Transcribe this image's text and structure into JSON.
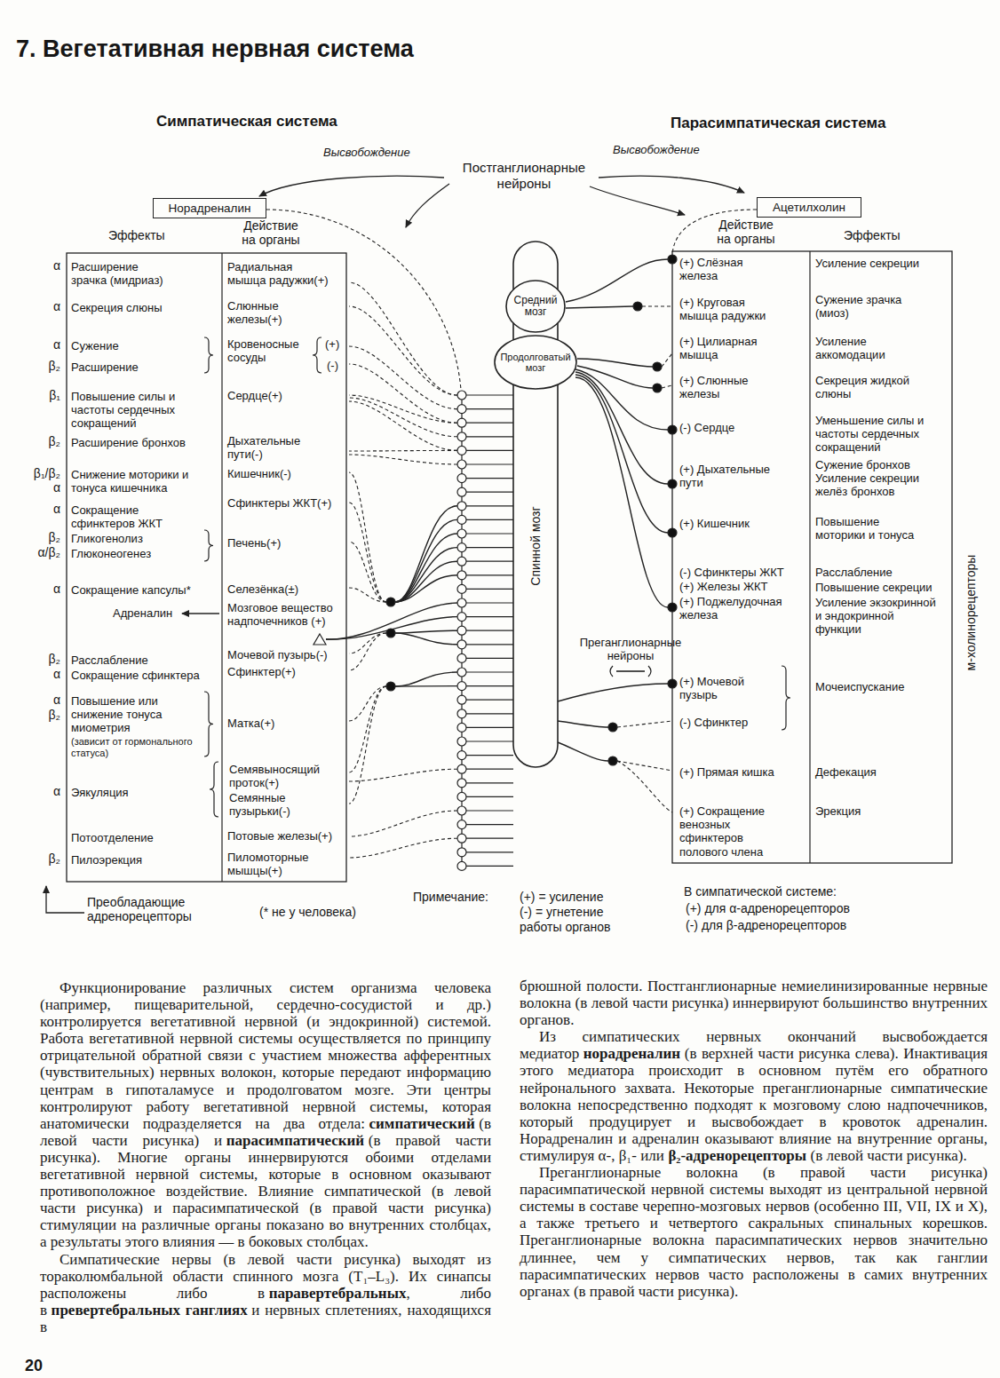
{
  "diagram": {
    "title": "7. Вегетативная нервная система",
    "nodes": [
      {
        "text": [
          "Норадреналин"
        ]
      },
      {
        "text": [
          "Ацетилхолин"
        ]
      },
      {
        "text": [
          "Спинной мозг"
        ]
      },
      {
        "text": [
          "Средний мозг"
        ],
        "in": 2
      },
      {
        "text": [
          "Продолговатый мозг"
        ],
        "in": 2
      }
    ],
    "labels": [
      "Симпатическая система",
      "Парасимпатическая система",
      "Высвобождение",
      "Постганглионарные нейроны",
      "Высвобождение",
      "Эффекты",
      "Действие на органы",
      "Действие на органы",
      "Эффекты",
      "α",
      "Расширение зрачка (мидриаз)",
      "Радиальная мышца радужки(+)",
      "α",
      "Секреция слюны",
      "Слюнные железы(+)",
      "α",
      "Сужение",
      "β₂",
      "Расширение",
      "Кровеносные сосуды",
      "(+)",
      "(-)",
      "β₁",
      "Повышение силы и частоты сердечных сокращений",
      "Сердце(+)",
      "β₂",
      "Расширение бронхов",
      "Дыхательные пути(-)",
      "β₁/β₂",
      "α",
      "Снижение моторики и тонуса кишечника",
      "Кишечник(-)",
      "α",
      "Сокращение сфинктеров ЖКТ",
      "Сфинктеры ЖКТ(+)",
      "β₂",
      "Гликогенолиз",
      "α/β₂",
      "Глюконеогенез",
      "Печень(+)",
      "α",
      "Сокращение капсулы*",
      "Селезёнка(±)",
      "Адреналин",
      "Мозговое вещество надпочечников (+)",
      "β₂",
      "Расслабление",
      "α",
      "Сокращение сфинктера",
      "Мочевой пузырь(-)",
      "Сфинктер(+)",
      "α",
      "β₂",
      "Повышение или снижение тонуса миометрия",
      "(зависит от гормонального статуса)",
      "Матка(+)",
      "α",
      "Эякуляция",
      "Семявыносящий проток(+)",
      "Семянные пузырьки(-)",
      "Потоотделение",
      "Потовые железы(+)",
      "β₂",
      "Пилоэрекция",
      "Пиломоторные мышцы(+)",
      "(+) Слёзная железа",
      "Усиление секреции",
      "(+) Круговая мышца радужки",
      "Сужение зрачка (миоз)",
      "(+) Цилиарная мышца",
      "Усиление аккомодации",
      "(+) Слюнные железы",
      "Секреция жидкой слюны",
      "(-) Сердце",
      "Уменьшение силы и частоты сердечных сокращений",
      "(+) Дыхательные пути",
      "Сужение бронхов",
      "Усиление секреции желёз бронхов",
      "(+) Кишечник",
      "Повышение моторики и тонуса",
      "(-) Сфинктеры ЖКТ",
      "Расслабление",
      "(+) Железы ЖКТ",
      "Повышение секреции",
      "(+) Поджелудочная железа",
      "Усиление экзокринной и эндокринной функции",
      "(+) Мочевой пузырь",
      "(-) Сфинктер",
      "Мочеиспускание",
      "(+) Прямая кишка",
      "Дефекация",
      "(+) Сокращение венозных сфинктеров полового члена",
      "Эрекция",
      "м-холинорецепторы",
      "Преобладающие адренорецепторы",
      "(* не у человека)",
      "Примечание:",
      "(+) = усиление",
      "(-) = угнетение",
      "работы органов",
      "В симпатической системе:",
      "(+) для α-адренорецепторов",
      "(-) для β-адренорецепторов",
      "Функционирование различных систем организма человека (например, пищеварительной, сердечно-сосудистой и др.) контролируется вегетативной нервной (и эндокринной) системой. Работа вегетативной нервной системы осуществляется по принципу отрицательной обратной связи с участием множества афферентных (чувствительных) нервных волокон, которые передают информацию центрам в гипоталамусе и продолговатом мозге. Эти центры контролируют работу вегетативной нервной системы, которая анатомически подразделяется на два отдела:",
      "симпатический",
      "(в левой части рисунка) и",
      "парасимпатический",
      "(в правой части рисунка). Многие органы иннервируются обоими отделами вегетативной нервной системы, которые в основном оказывают противоположное воздействие. Влияние симпатической (в левой части рисунка) и парасимпатической (в правой части рисунка) стимуляции на различные органы показано во внутренних столбцах, а результаты этого влияния — в боковых столбцах.",
      "Симпатические нервы (в левой части рисунка) выходят из тораколюмбальной области спинного мозга (T₁–L₃). Их синапсы расположены либо в",
      "паравертебральных",
      ", либо в",
      "превертебральных ганглиях",
      "и нервных сплетениях, находящихся в",
      "брюшной полости. Постганглионарные немиелинизированные нервные волокна (в левой части рисунка) иннервируют большинство внутренних органов.",
      "Из симпатических нервных окончаний высвобождается медиатор",
      "норадреналин",
      "(в верхней части рисунка слева). Инактивация этого медиатора происходит в основном путём его обратного нейронального захвата. Некоторые преганглионарные симпатические волокна непосредственно подходят к мозговому слою надпочечников, который продуцирует и высвобождает в кровоток адреналин. Норадреналин и адреналин оказывают влияние на внутренние органы, стимулируя α-, β₁- или",
      "β₂-адренорецепторы",
      "(в левой части рисунка).",
      "Преганглионарные волокна (в правой части рисунка) парасимпатической нервной системы выходят из центральной нервной системы в составе черепно-мозговых нервов (особенно III, VII, IX и X), а также третьего и четвертого сакральных спинальных корешков. Преганглионарные волокна парасимпатических нервов значительно длиннее, чем у симпатических нервов, так как ганглии парасимпатических нервов часто расположены в самих внутренних органах (в правой части рисунка).",
      "20"
    ],
    "legend": [
      {
        "text": "Преганглионарные нейроны"
      }
    ]
  }
}
